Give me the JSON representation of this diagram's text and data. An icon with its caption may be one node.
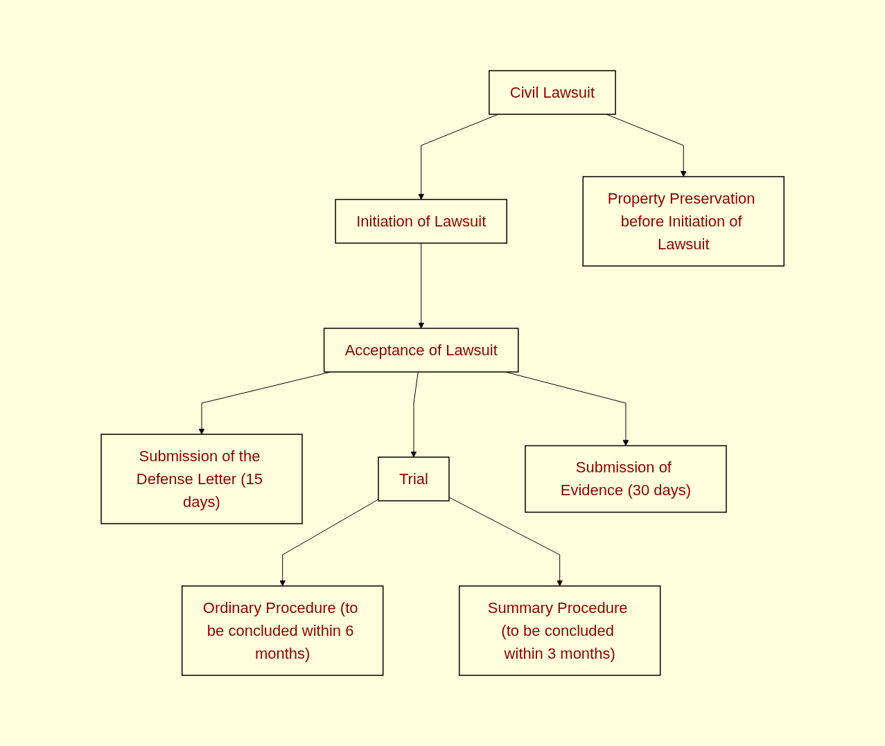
{
  "diagram": {
    "nodes": [
      {
        "text": [
          "Civil Lawsuit"
        ]
      },
      {
        "text": [
          "Initiation of Lawsuit"
        ]
      },
      {
        "text": [
          "Property Preservation before Initiation of Lawsuit"
        ]
      },
      {
        "text": [
          "Acceptance of Lawsuit"
        ]
      },
      {
        "text": [
          "Submission of the Defense Letter (15 days)"
        ]
      },
      {
        "text": [
          "Trial"
        ]
      },
      {
        "text": [
          "Submission of Evidence (30 days)"
        ]
      },
      {
        "text": [
          "Ordinary Procedure (to be concluded within 6 months)"
        ]
      },
      {
        "text": [
          "Summary Procedure (to be concluded within 3 months)"
        ]
      }
    ],
    "edges": [
      {
        "from": 0,
        "to": 1,
        "arrow": "to"
      },
      {
        "from": 0,
        "to": 2,
        "arrow": "to"
      },
      {
        "from": 1,
        "to": 3,
        "arrow": "to"
      },
      {
        "from": 3,
        "to": 4,
        "arrow": "to"
      },
      {
        "from": 3,
        "to": 5,
        "arrow": "to"
      },
      {
        "from": 3,
        "to": 6,
        "arrow": "to"
      },
      {
        "from": 5,
        "to": 7,
        "arrow": "to"
      },
      {
        "from": 5,
        "to": 8,
        "arrow": "to"
      }
    ]
  }
}
